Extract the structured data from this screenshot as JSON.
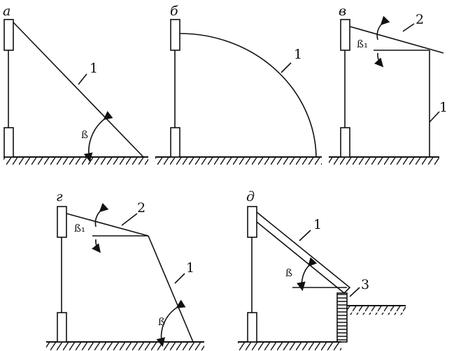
{
  "panels": {
    "a": {
      "letter": "а",
      "label_1": "1",
      "angle": "ß"
    },
    "b": {
      "letter": "б",
      "label_1": "1"
    },
    "v": {
      "letter": "в",
      "label_1_roof": "2",
      "label_1_wall": "1",
      "angle": "ß₁"
    },
    "g": {
      "letter": "г",
      "label_2": "2",
      "label_1": "1",
      "angle1": "ß₁",
      "angle2": "ß"
    },
    "d": {
      "letter": "д",
      "label_1": "1",
      "label_3": "3",
      "angle": "ß"
    }
  }
}
